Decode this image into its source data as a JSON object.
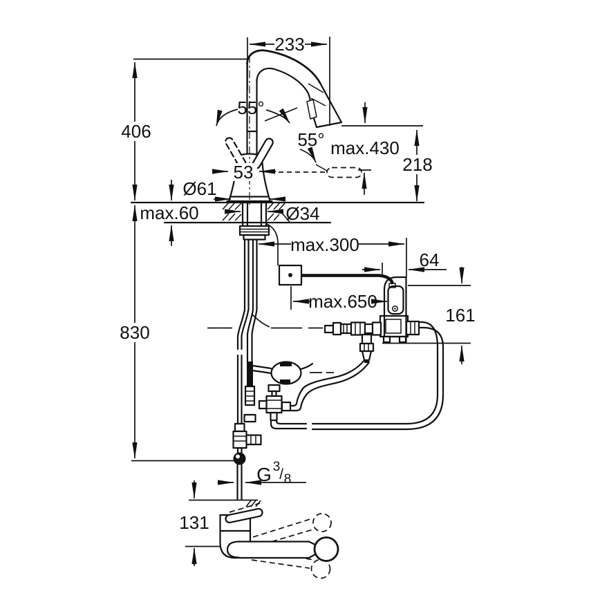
{
  "drawing": {
    "type": "technical dimensional drawing",
    "subject": "kitchen faucet with pull-out spray, under-counter hoses and control unit"
  },
  "colors": {
    "ink": "#111111",
    "background": "#ffffff"
  },
  "dimensions": {
    "spout_projection": "233",
    "height_above_counter": "406",
    "hose_length_below_counter": "830",
    "handle_swing_left": "55°",
    "handle_swing_right": "55°",
    "handle_width": "53",
    "base_diameter": "Ø61",
    "counter_thickness": "max.60",
    "hole_diameter": "Ø34",
    "pullout_range": "max.430",
    "outlet_height": "218",
    "control_box_offset": "max.300",
    "control_box_width": "64",
    "power_cable_length": "max.650",
    "control_box_height": "161",
    "side_projection_height": "131",
    "supply_thread": {
      "prefix": "G",
      "numerator": "3",
      "slash": "/",
      "denominator": "8"
    }
  }
}
